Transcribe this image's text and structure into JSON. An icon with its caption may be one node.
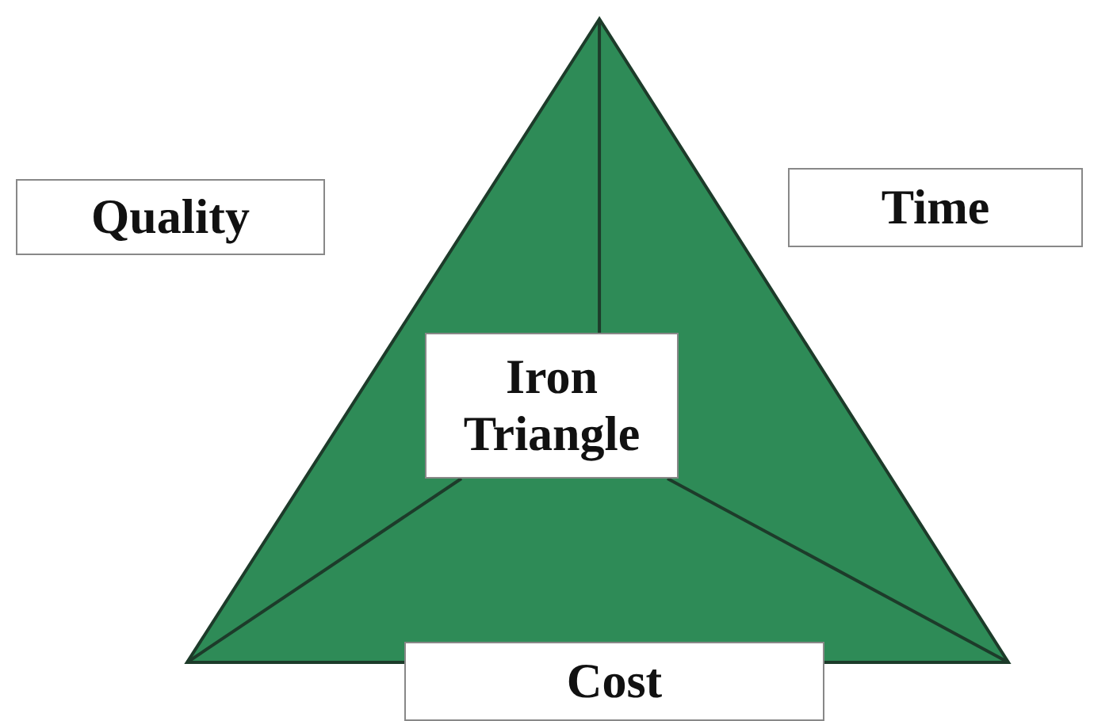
{
  "diagram": {
    "nodes": [
      {
        "text": [],
        "shape": "triangle"
      },
      {
        "text": [
          "Quality"
        ]
      },
      {
        "text": [
          "Time"
        ]
      },
      {
        "text": [
          "Iron Triangle"
        ],
        "in": 0
      },
      {
        "text": [
          "Cost"
        ]
      }
    ]
  }
}
